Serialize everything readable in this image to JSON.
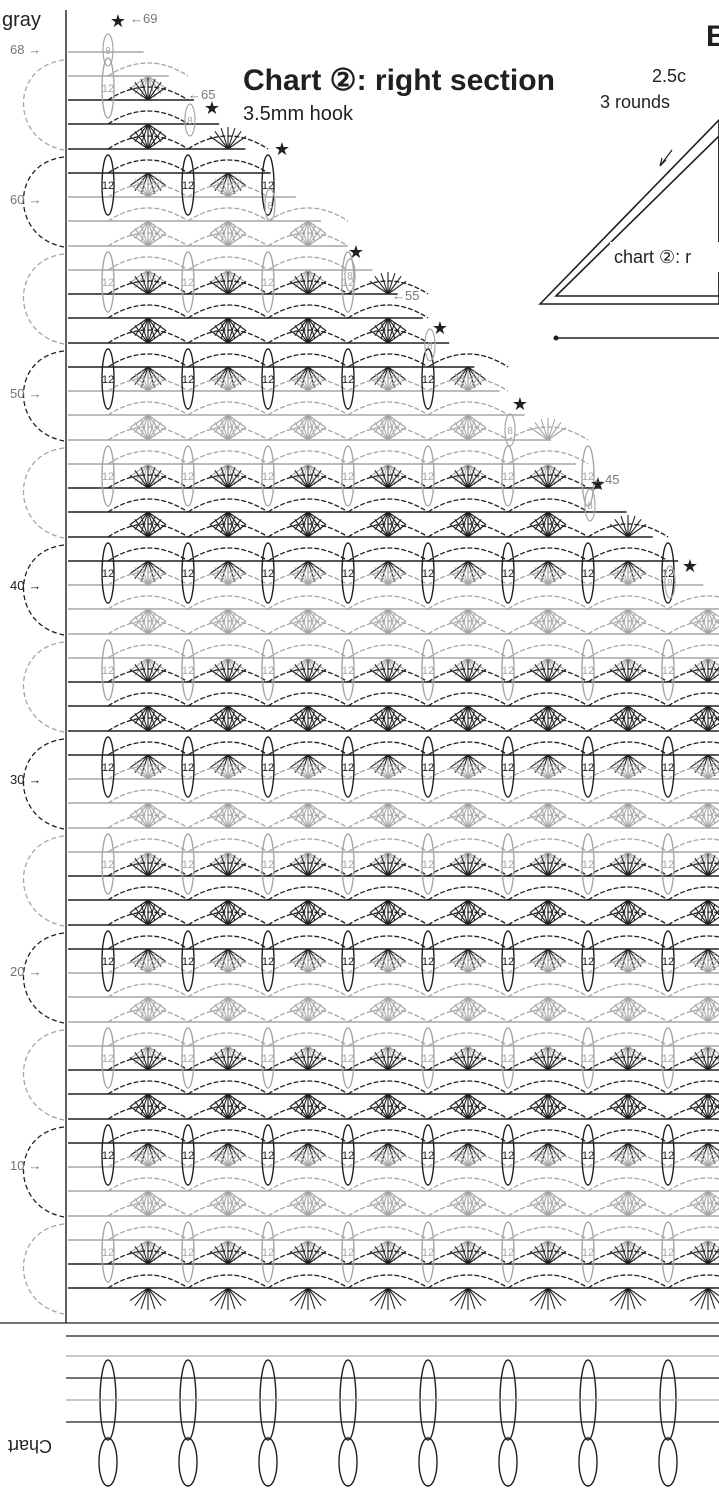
{
  "header": {
    "title": "Chart ②: right section",
    "subtitle": "3.5mm hook",
    "color_label": "gray"
  },
  "inset": {
    "heading_fragment": "B",
    "line1_fragment": "2.5c",
    "line2_fragment": "3 rounds",
    "shape_label_fragment": "chart ②: r"
  },
  "bottom_label_fragment": "Chart",
  "row_markers": [
    {
      "label": "69",
      "arrow": "←"
    },
    {
      "label": "68",
      "arrow": "→"
    },
    {
      "label": "65",
      "arrow": "←"
    },
    {
      "label": "60",
      "arrow": "→"
    },
    {
      "label": "55",
      "arrow": "←"
    },
    {
      "label": "50",
      "arrow": "→"
    },
    {
      "label": "45",
      "arrow": "←"
    },
    {
      "label": "40",
      "arrow": "→"
    },
    {
      "label": "30",
      "arrow": "→"
    },
    {
      "label": "20",
      "arrow": "→"
    },
    {
      "label": "10",
      "arrow": "→"
    }
  ],
  "motif_stitch_count": "12",
  "edge_stitch_count": "8",
  "colors": {
    "main_yarn": "#231f20",
    "contrast_yarn": "#a6a6a6",
    "background": "#ffffff"
  }
}
